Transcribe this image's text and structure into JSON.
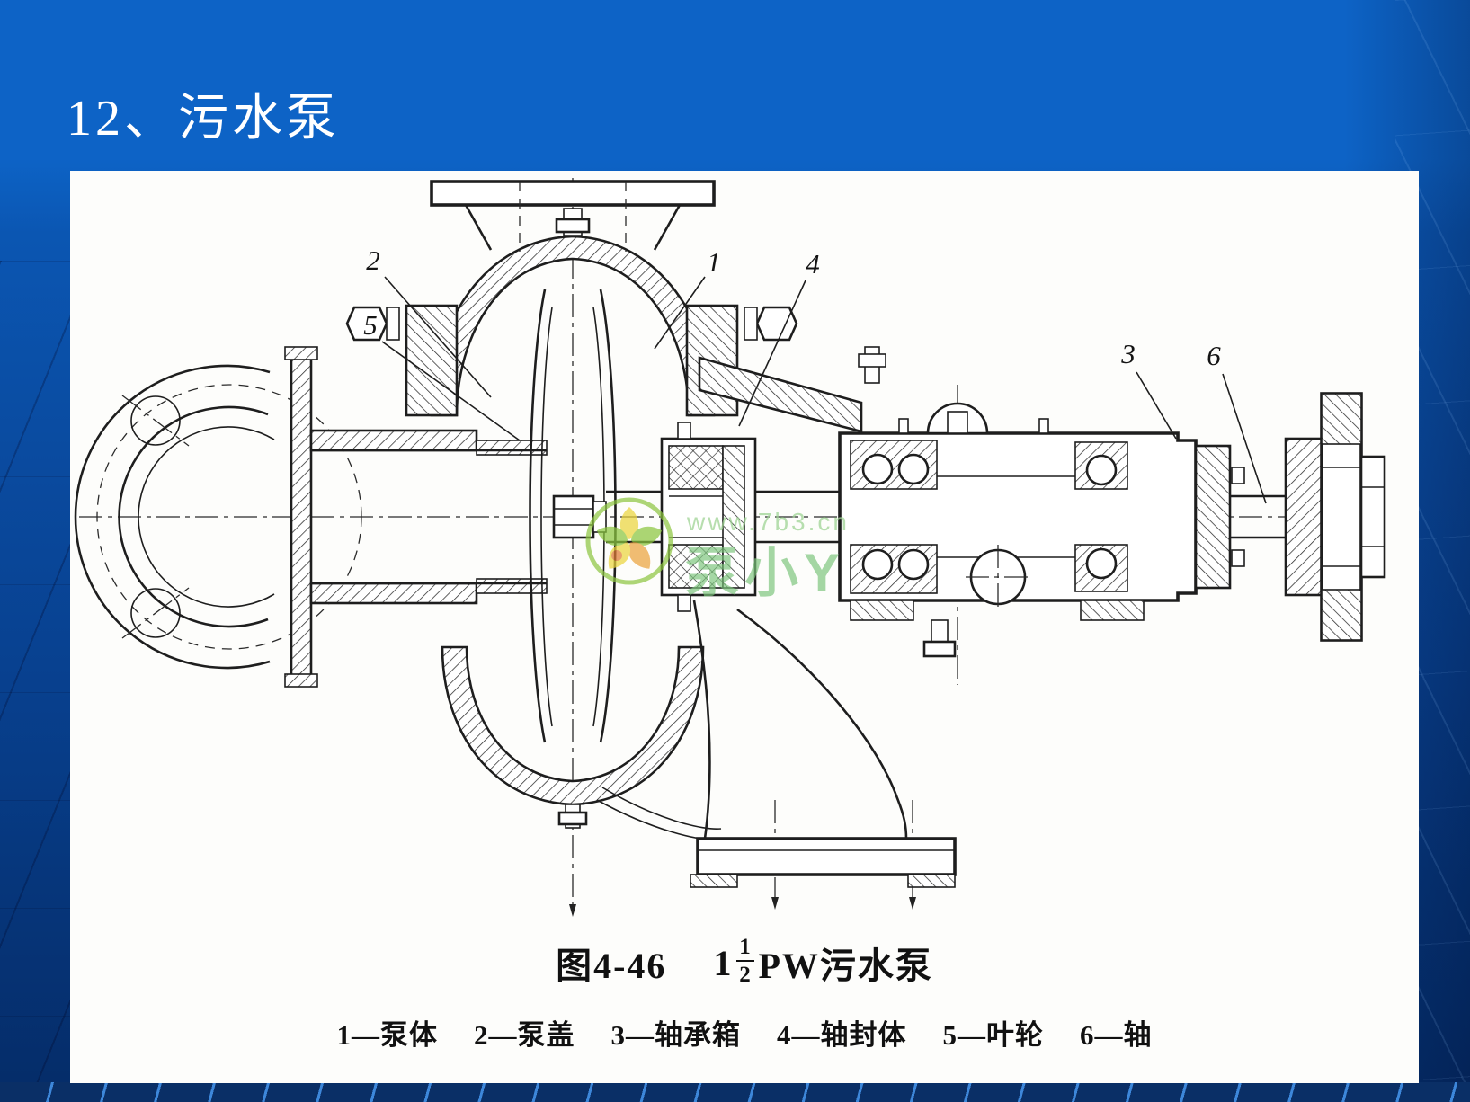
{
  "slide": {
    "title": "12、污水泵"
  },
  "figure": {
    "caption": {
      "fig_no": "图4-46",
      "size_whole": "1",
      "frac_num": "1",
      "frac_den": "2",
      "model": "PW污水泵"
    },
    "callouts": [
      "1",
      "2",
      "3",
      "4",
      "5",
      "6"
    ],
    "legend_items": [
      "1—泵体",
      "2—泵盖",
      "3—轴承箱",
      "4—轴封体",
      "5—叶轮",
      "6—轴"
    ],
    "watermark": {
      "url": "www.7b3.cn",
      "brand": "泵小Y"
    }
  },
  "colors": {
    "background_blue": "#0d63c6",
    "background_dark": "#052c68",
    "panel_white": "#fdfdfb",
    "drawing_ink": "#1e1e1e",
    "watermark_green": "#7cc57c",
    "bottom_line_blue": "#408ce0"
  }
}
